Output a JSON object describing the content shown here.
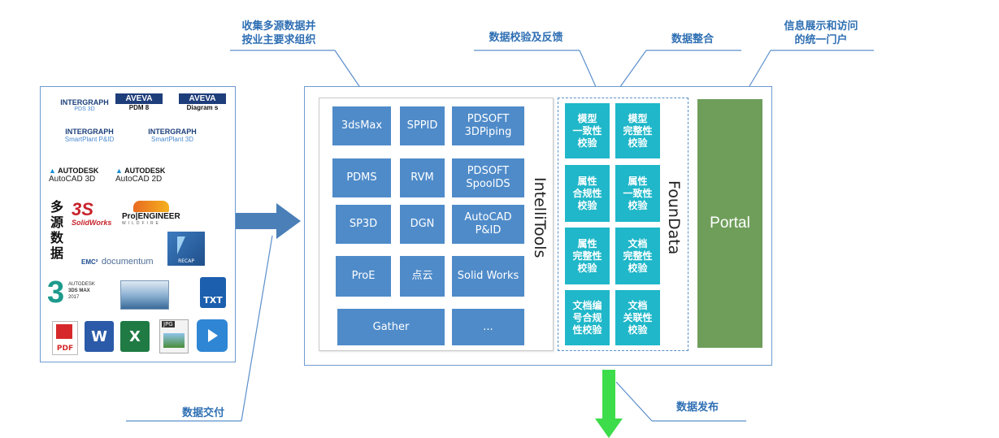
{
  "callouts": {
    "collect_line1": "收集多源数据并",
    "collect_line2": "按业主要求组织",
    "verify_feedback": "数据校验及反馈",
    "integrate": "数据整合",
    "portal_line1": "信息展示和访问",
    "portal_line2": "的统一门户",
    "deliver": "数据交付",
    "publish": "数据发布"
  },
  "sources": {
    "label_chars": [
      "多",
      "源",
      "数",
      "据"
    ],
    "logos": {
      "intergraph_pds": "INTERGRAPH",
      "pds_sub": "PDS 3D",
      "aveva1": "AVEVA",
      "aveva1_sub": "PDM 8",
      "aveva2": "AVEVA",
      "aveva2_sub": "Diagram s",
      "intergraph_spid": "INTERGRAPH",
      "spid_sub": "SmartPlant P&ID",
      "intergraph_sp3d": "INTERGRAPH",
      "sp3d_sub": "SmartPlant 3D",
      "autodesk1": "AUTODESK",
      "autocad3d": "AutoCAD 3D",
      "autodesk2": "AUTODESK",
      "autocad2d": "AutoCAD 2D",
      "solidworks": "SolidWorks",
      "proengineer": "Pro|ENGINEER",
      "proe_sub": "WILDFIRE",
      "emc": "EMC²",
      "documentum": "documentum",
      "recap": "RECAP",
      "max_num": "3",
      "max_line1": "AUTODESK",
      "max_line2": "3DS MAX",
      "max_line3": "2017",
      "txt": "TXT",
      "pdf": "PDF",
      "word": "W",
      "excel": "X",
      "jpg": "JPG"
    }
  },
  "intellitools": {
    "label": "IntelliTools",
    "cells": [
      "3dsMax",
      "SPPID",
      "PDSOFT\n3DPiping",
      "PDMS",
      "RVM",
      "PDSOFT\nSpoolDS",
      "SP3D",
      "DGN",
      "AutoCAD\nP&ID",
      "ProE",
      "点云",
      "Solid Works",
      "Gather",
      "..."
    ]
  },
  "foundata": {
    "label": "FounData",
    "cells": [
      "模型\n一致性\n校验",
      "模型\n完整性\n校验",
      "属性\n合规性\n校验",
      "属性\n一致性\n校验",
      "属性\n完整性\n校验",
      "文档\n完整性\n校验",
      "文档编\n号合规\n性校验",
      "文档\n关联性\n校验"
    ]
  },
  "portal": {
    "label": "Portal"
  },
  "colors": {
    "callout": "#2f6fb3",
    "tool_box": "#4f8bc9",
    "check_box": "#1fb7c9",
    "portal": "#6f9e5b",
    "publish_arrow": "#3ddc4a",
    "main_arrow": "#4a7fb8"
  }
}
